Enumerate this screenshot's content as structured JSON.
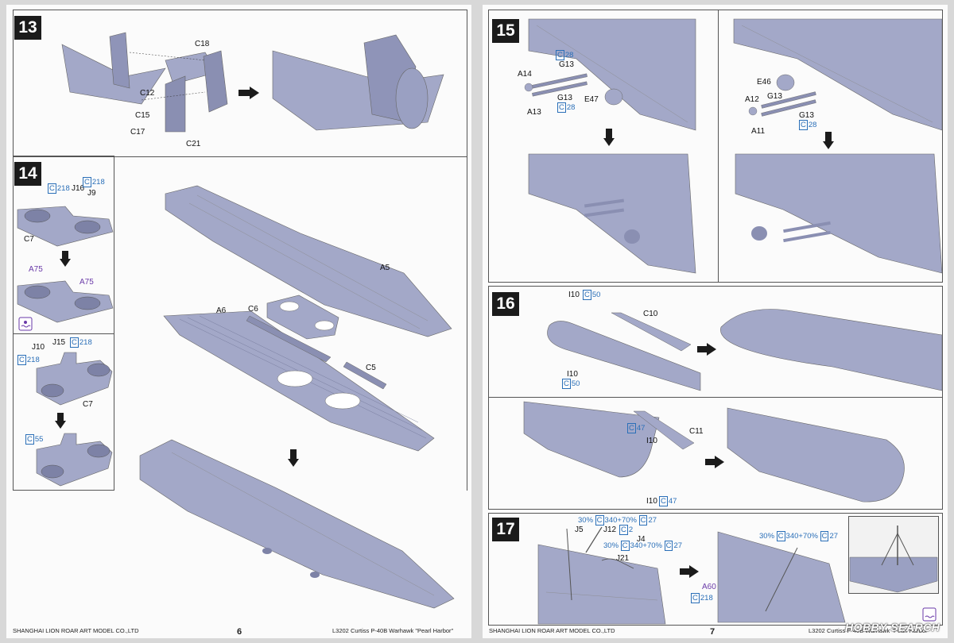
{
  "steps": {
    "s13": {
      "num": "13",
      "labels": [
        "C18",
        "C12",
        "C15",
        "C17",
        "C21"
      ]
    },
    "s14": {
      "num": "14",
      "labels": [
        "J16",
        "J9",
        "C7",
        "J10",
        "J15",
        "C7",
        "A5",
        "A6",
        "C6",
        "C5"
      ],
      "colors_a": [
        "C",
        "218",
        "C",
        "218"
      ],
      "paint_a75": [
        "A75",
        "A75"
      ],
      "colors_b": [
        "C",
        "218",
        "C",
        "218"
      ],
      "color_55": [
        "C",
        "55"
      ]
    },
    "s15": {
      "num": "15",
      "labels": [
        "G13",
        "A14",
        "G13",
        "A13",
        "E47",
        "E46",
        "A12",
        "G13",
        "G13",
        "A11"
      ],
      "c28": [
        "C",
        "28"
      ]
    },
    "s16": {
      "num": "16",
      "labels": [
        "I10",
        "C10",
        "I10",
        "C11",
        "I10",
        "I10"
      ],
      "c50": [
        "C",
        "50"
      ],
      "c47": [
        "C",
        "47"
      ]
    },
    "s17": {
      "num": "17",
      "labels": [
        "J5",
        "J12",
        "J4",
        "J21",
        "A60"
      ],
      "mix_pct_a": "30%",
      "mix_c1": "340",
      "mix_pct_b": "+70%",
      "mix_c2": "27",
      "c2": "2",
      "c218": "218"
    }
  },
  "footer": {
    "left_company": "SHANGHAI LION ROAR ART MODEL CO.,LTD",
    "left_page": "6",
    "left_kit": "L3202  Curtiss  P-40B  Warhawk  \"Pearl Harbor\"",
    "right_company": "SHANGHAI LION ROAR ART MODEL CO.,LTD",
    "right_page": "7",
    "right_kit": "L3202  Curtiss  P-40B  Warhawk  \"Pearl Harbor\"",
    "watermark": "HOBBY SEARCH"
  },
  "colors": {
    "part": "#a3a8c8",
    "part_dark": "#8a8fb2",
    "ref": "#2a6fb8",
    "paint": "#6a3aa8"
  }
}
